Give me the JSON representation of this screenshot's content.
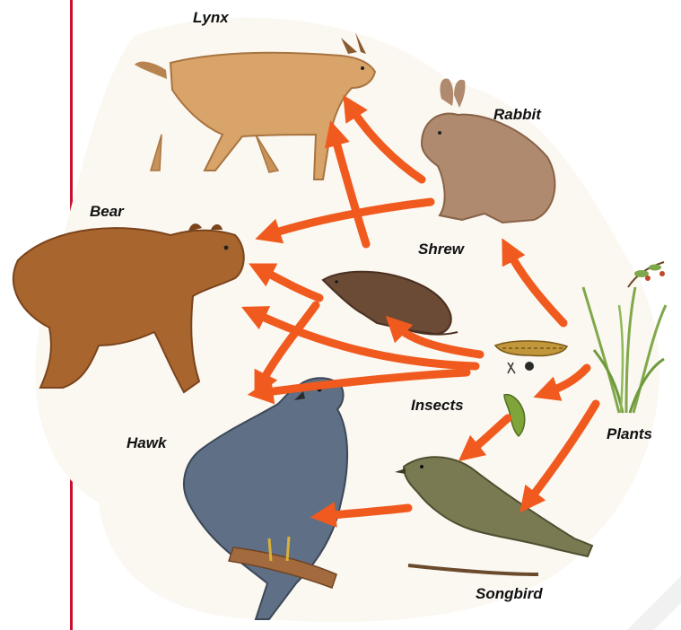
{
  "diagram": {
    "labels": {
      "lynx": "Lynx",
      "rabbit": "Rabbit",
      "bear": "Bear",
      "shrew": "Shrew",
      "insects": "Insects",
      "hawk": "Hawk",
      "plants": "Plants",
      "songbird": "Songbird"
    },
    "relations": [
      {
        "from": "Rabbit",
        "to": "Lynx"
      },
      {
        "from": "Shrew",
        "to": "Lynx"
      },
      {
        "from": "Rabbit",
        "to": "Bear"
      },
      {
        "from": "Shrew",
        "to": "Bear"
      },
      {
        "from": "Insects",
        "to": "Bear"
      },
      {
        "from": "Insects",
        "to": "Hawk"
      },
      {
        "from": "Shrew",
        "to": "Hawk"
      },
      {
        "from": "Insects",
        "to": "Shrew"
      },
      {
        "from": "Plants",
        "to": "Rabbit"
      },
      {
        "from": "Plants",
        "to": "Insects"
      },
      {
        "from": "Plants",
        "to": "Songbird"
      },
      {
        "from": "Insects",
        "to": "Songbird"
      },
      {
        "from": "Songbird",
        "to": "Hawk"
      }
    ],
    "colors": {
      "arrow": "#f05a1e",
      "margin_line": "#c8102e",
      "lynx": "#d9a46a",
      "rabbit": "#b08a6e",
      "bear": "#a8652e",
      "shrew": "#6b4a36",
      "hawk": "#5f6f85",
      "songbird": "#7a7a52",
      "plants": "#7fa84a"
    }
  }
}
